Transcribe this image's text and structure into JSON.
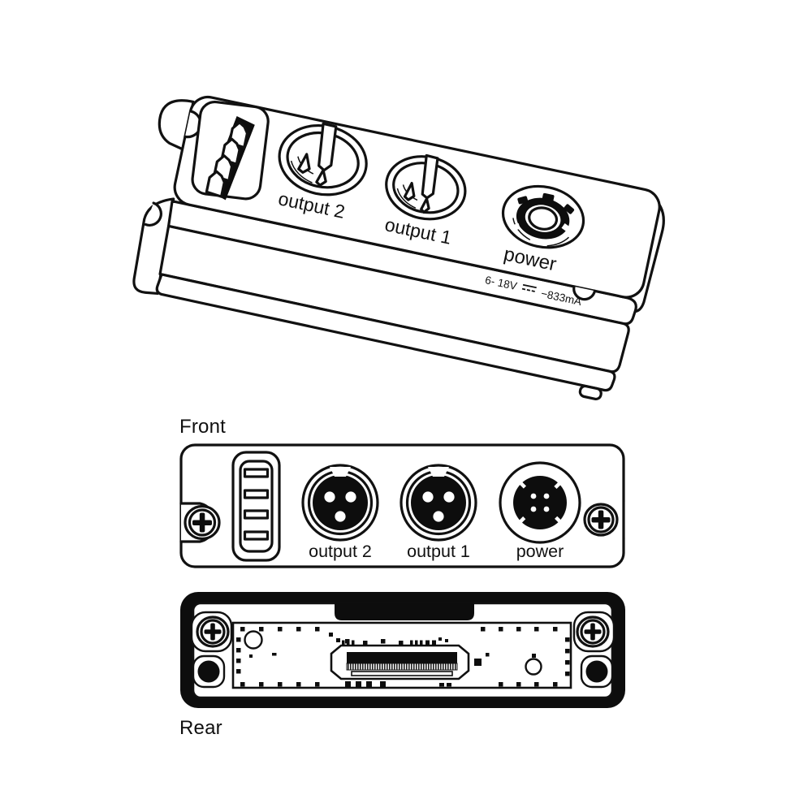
{
  "illustration": {
    "labels": {
      "output2": "output 2",
      "output1": "output 1",
      "power": "power"
    },
    "power_rating": {
      "voltage": "6- 18V",
      "current": "−833mA",
      "dc_icon": "dc-symbol"
    }
  },
  "front_view": {
    "title": "Front",
    "labels": {
      "output2": "output 2",
      "output1": "output 1",
      "power": "power"
    }
  },
  "rear_view": {
    "title": "Rear"
  },
  "colors": {
    "line": "#111111",
    "frame_black": "#0d0d0d",
    "background": "#ffffff"
  }
}
